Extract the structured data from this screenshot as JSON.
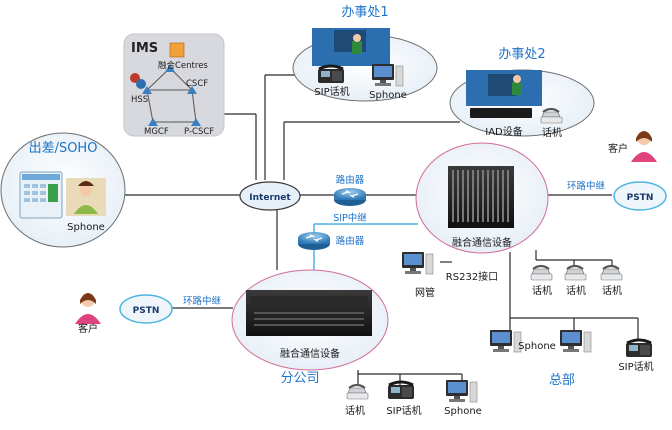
{
  "labels": {
    "office1": "办事处1",
    "office2": "办事处2",
    "ims": "IMS",
    "ims_centres": "融合Centres",
    "hss": "HSS",
    "cscf": "CSCF",
    "mgcf": "MGCF",
    "pcscf": "P-CSCF",
    "sip_phone_o1": "SIP话机",
    "sphone_o1": "Sphone",
    "iad_device": "IAD设备",
    "phone_o2": "话机",
    "soho": "出差/SOHO",
    "sphone_soho": "Sphone",
    "internet": "Internet",
    "router1": "路由器",
    "sip_trunk": "SIP中继",
    "router2": "路由器",
    "hq_device": "融合通信设备",
    "hq_ring_trunk": "环路中继",
    "hq_pstn": "PSTN",
    "hq_customer": "客户",
    "nms": "网管",
    "rs232": "RS232接口",
    "hq_phone1": "话机",
    "hq_phone2": "话机",
    "hq_phone3": "话机",
    "hq_sphone1": "Sphone",
    "hq_sip_phone": "SIP话机",
    "hq": "总部",
    "branch_customer": "客户",
    "branch_pstn": "PSTN",
    "branch_ring_trunk": "环路中继",
    "branch_device": "融合通信设备",
    "branch": "分公司",
    "br_phone": "话机",
    "br_sip_phone": "SIP话机",
    "br_sphone": "Sphone"
  },
  "colors": {
    "line": "#2a2a2a",
    "cyan_line": "#4fb3e0",
    "blue_text": "#1e73c8",
    "ellipse_fill": "#f3f7fb",
    "pink": "#e0447f",
    "ims_box": "#d8d9de"
  },
  "icons": [
    "router-icon",
    "globe-icon",
    "pc-icon",
    "ip-phone-icon",
    "desk-phone-icon",
    "person-icon",
    "server-rack-icon",
    "database-icon"
  ]
}
